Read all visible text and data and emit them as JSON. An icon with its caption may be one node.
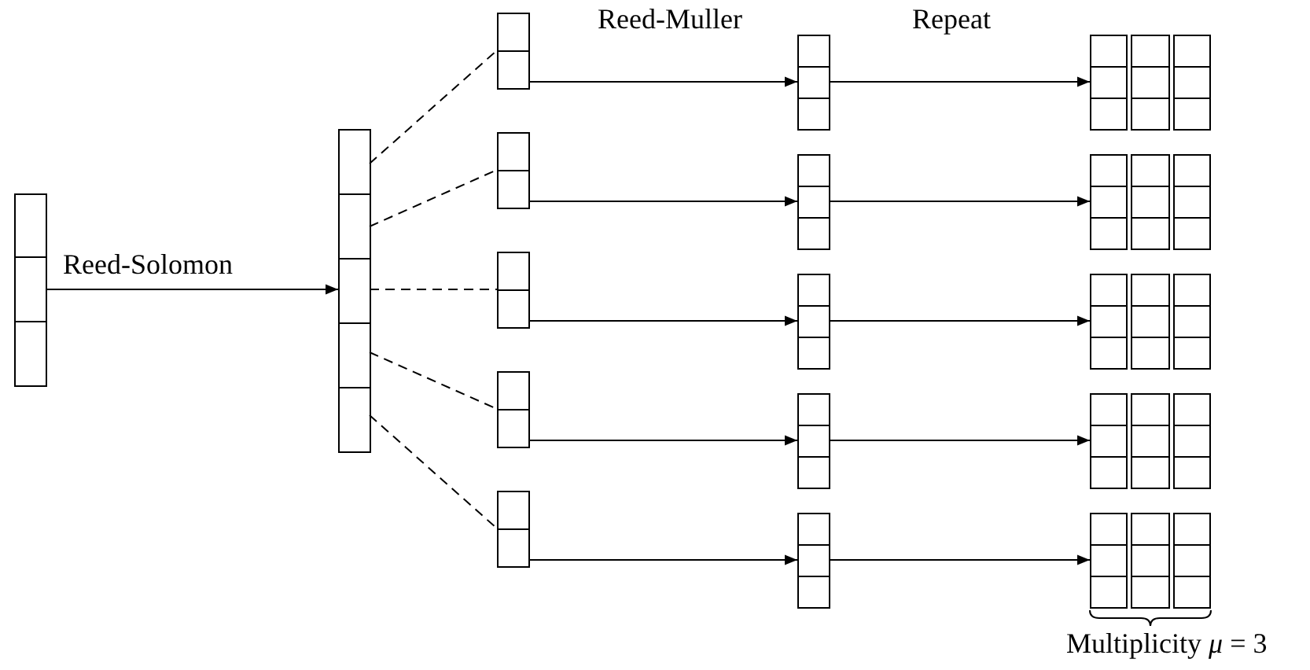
{
  "diagram": {
    "nodes": [
      {
        "text": [],
        "shape": "box"
      },
      {
        "text": [],
        "shape": "box"
      },
      {
        "text": [],
        "shape": "box"
      },
      {
        "text": [],
        "shape": "box"
      },
      {
        "text": [],
        "shape": "box"
      },
      {
        "text": [],
        "shape": "box"
      },
      {
        "text": [],
        "shape": "box"
      },
      {
        "text": [],
        "shape": "box"
      },
      {
        "text": [],
        "shape": "box"
      },
      {
        "text": [],
        "shape": "box"
      },
      {
        "text": [],
        "shape": "box"
      },
      {
        "text": [],
        "shape": "box"
      },
      {
        "text": [],
        "shape": "box"
      },
      {
        "text": [],
        "shape": "box"
      },
      {
        "text": [],
        "shape": "box"
      },
      {
        "text": [],
        "shape": "box"
      },
      {
        "text": [],
        "shape": "box"
      }
    ],
    "edges": [
      {
        "from": 0,
        "to": 1,
        "arrow": "to",
        "label": "Reed-Solomon"
      },
      {
        "from": 1,
        "to": 2,
        "arrow": "none",
        "style": "dashed"
      },
      {
        "from": 1,
        "to": 3,
        "arrow": "none",
        "style": "dashed"
      },
      {
        "from": 1,
        "to": 4,
        "arrow": "none",
        "style": "dashed"
      },
      {
        "from": 1,
        "to": 5,
        "arrow": "none",
        "style": "dashed"
      },
      {
        "from": 1,
        "to": 6,
        "arrow": "none",
        "style": "dashed"
      },
      {
        "from": 2,
        "to": 7,
        "arrow": "to",
        "label": "Reed-Muller"
      },
      {
        "from": 3,
        "to": 8,
        "arrow": "to"
      },
      {
        "from": 4,
        "to": 9,
        "arrow": "to"
      },
      {
        "from": 5,
        "to": 10,
        "arrow": "to"
      },
      {
        "from": 6,
        "to": 11,
        "arrow": "to"
      },
      {
        "from": 7,
        "to": 12,
        "arrow": "to",
        "label": "Repeat"
      },
      {
        "from": 8,
        "to": 13,
        "arrow": "to"
      },
      {
        "from": 9,
        "to": 14,
        "arrow": "to"
      },
      {
        "from": 10,
        "to": 15,
        "arrow": "to"
      },
      {
        "from": 11,
        "to": 16,
        "arrow": "to"
      }
    ],
    "labels": [
      "Multiplicity *μ* = 3"
    ]
  }
}
